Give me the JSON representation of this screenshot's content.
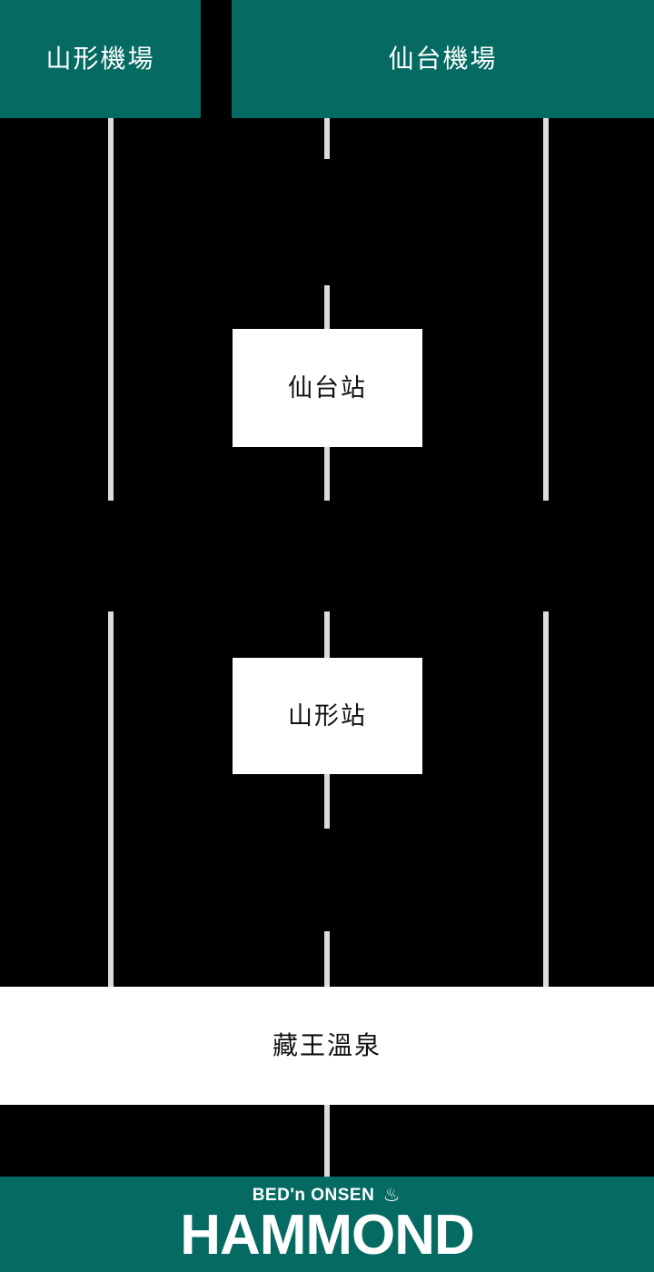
{
  "header": {
    "blocks": [
      {
        "id": "yamagata-airport",
        "label": "山形機場"
      },
      {
        "id": "sendai-airport",
        "label": "仙台機場"
      }
    ]
  },
  "route": {
    "stations": [
      {
        "id": "sendai-station",
        "label": "仙台站"
      },
      {
        "id": "yamagata-station",
        "label": "山形站"
      }
    ],
    "band": {
      "id": "zao-onsen",
      "label": "藏王溫泉"
    }
  },
  "footer": {
    "tagline": "BED'n ONSEN",
    "onsen_icon": "♨",
    "brand": "HAMMOND"
  },
  "colors": {
    "teal": "#056B62",
    "line": "#dcdcdc",
    "background": "#000000",
    "panel": "#ffffff"
  }
}
